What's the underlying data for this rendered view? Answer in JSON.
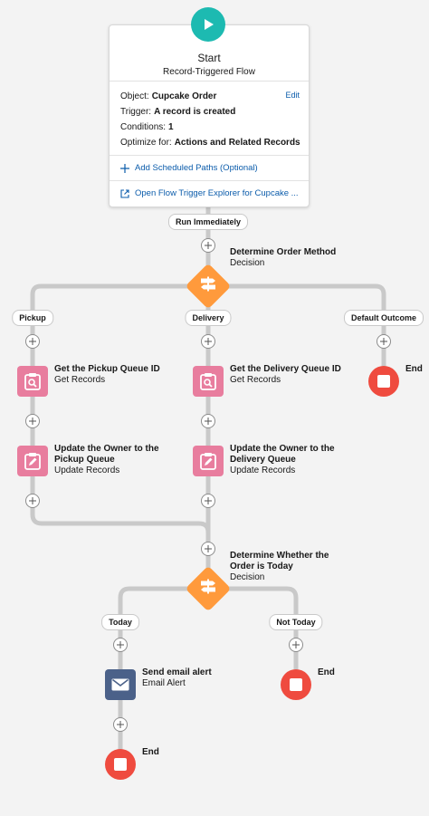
{
  "start": {
    "title": "Start",
    "subtitle": "Record-Triggered Flow",
    "object_label": "Object:",
    "object_value": "Cupcake Order",
    "edit_label": "Edit",
    "trigger_label": "Trigger:",
    "trigger_value": "A record is created",
    "conditions_label": "Conditions:",
    "conditions_value": "1",
    "optimize_label": "Optimize for:",
    "optimize_value": "Actions and Related Records",
    "add_paths_label": "Add Scheduled Paths (Optional)",
    "explorer_label": "Open Flow Trigger Explorer for Cupcake ..."
  },
  "run_immediately": "Run Immediately",
  "decision1": {
    "title": "Determine Order Method",
    "type": "Decision",
    "outcomes": [
      "Pickup",
      "Delivery",
      "Default Outcome"
    ]
  },
  "pickup": {
    "get": {
      "title": "Get the Pickup Queue ID",
      "type": "Get Records"
    },
    "update": {
      "title_1": "Update the Owner to the",
      "title_2": "Pickup Queue",
      "type": "Update Records"
    }
  },
  "delivery": {
    "get": {
      "title": "Get the Delivery Queue ID",
      "type": "Get Records"
    },
    "update": {
      "title_1": "Update the Owner to the",
      "title_2": "Delivery Queue",
      "type": "Update Records"
    }
  },
  "end_label": "End",
  "decision2": {
    "title_1": "Determine Whether the",
    "title_2": "Order is Today",
    "type": "Decision",
    "outcomes": [
      "Today",
      "Not Today"
    ]
  },
  "email": {
    "title": "Send email alert",
    "type": "Email Alert"
  },
  "colors": {
    "start": "#1dbab1",
    "decision": "#ff9a3c",
    "records": "#e87d9e",
    "email": "#4b6189",
    "end": "#ef4b3f",
    "link": "#0b5cab",
    "connector": "#c9c9c9"
  }
}
